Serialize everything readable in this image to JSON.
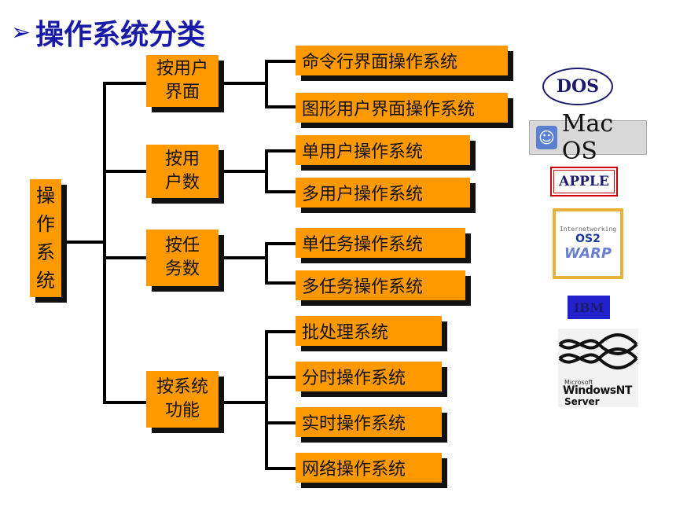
{
  "title": {
    "arrow": "➢",
    "text": "操作系统分类"
  },
  "root": {
    "label": "操作系统",
    "chars": [
      "操",
      "作",
      "系",
      "统"
    ]
  },
  "categories": [
    {
      "line1": "按用户",
      "line2": "界面",
      "children": [
        "命令行界面操作系统",
        "图形用户界面操作系统"
      ]
    },
    {
      "line1": "按用",
      "line2": "户数",
      "children": [
        "单用户操作系统",
        "多用户操作系统"
      ]
    },
    {
      "line1": "按任",
      "line2": "务数",
      "children": [
        "单任务操作系统",
        "多任务操作系统"
      ]
    },
    {
      "line1": "按系统",
      "line2": "功能",
      "children": [
        "批处理系统",
        "分时操作系统",
        "实时操作系统",
        "网络操作系统"
      ]
    }
  ],
  "logos": {
    "dos": "DOS",
    "mac": {
      "face": "☺",
      "text": "Mac OS"
    },
    "apple": "APPLE",
    "os2": {
      "top": "Internetworking",
      "main": "OS2",
      "warp": "WARP"
    },
    "ibm": "IBM",
    "windows_nt": {
      "small": "Microsoft",
      "main": "WindowsNT",
      "server": "Server"
    }
  },
  "colors": {
    "box": "#ff9900",
    "shadow": "#111111",
    "title": "#1a1aa8"
  }
}
